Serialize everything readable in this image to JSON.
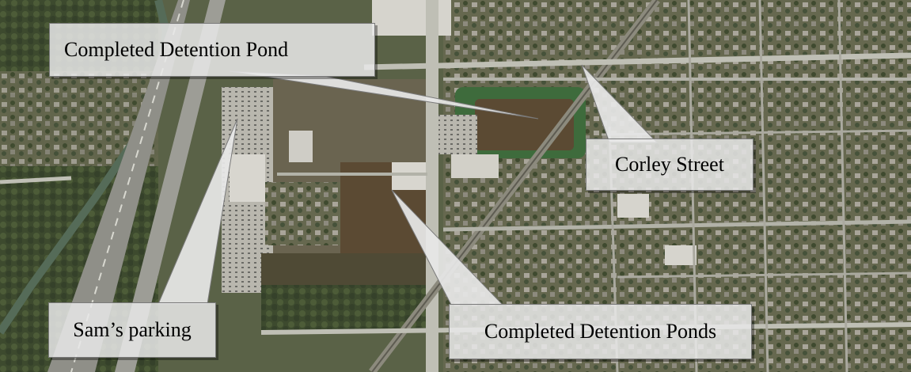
{
  "map": {
    "type": "aerial-photo",
    "colors": {
      "vegetation": "#4f5e3d",
      "residential": "#6e6f5f",
      "roads": "#bfbfb5",
      "highway": "#8f8f88",
      "pond": "#5b4a33",
      "parking": "#c9c7bf",
      "callout_fill": "#e8e8e8"
    }
  },
  "labels": {
    "pond": "Completed Detention Pond",
    "corley": "Corley Street",
    "ponds": "Completed Detention Ponds",
    "sams": "Sam’s parking"
  }
}
